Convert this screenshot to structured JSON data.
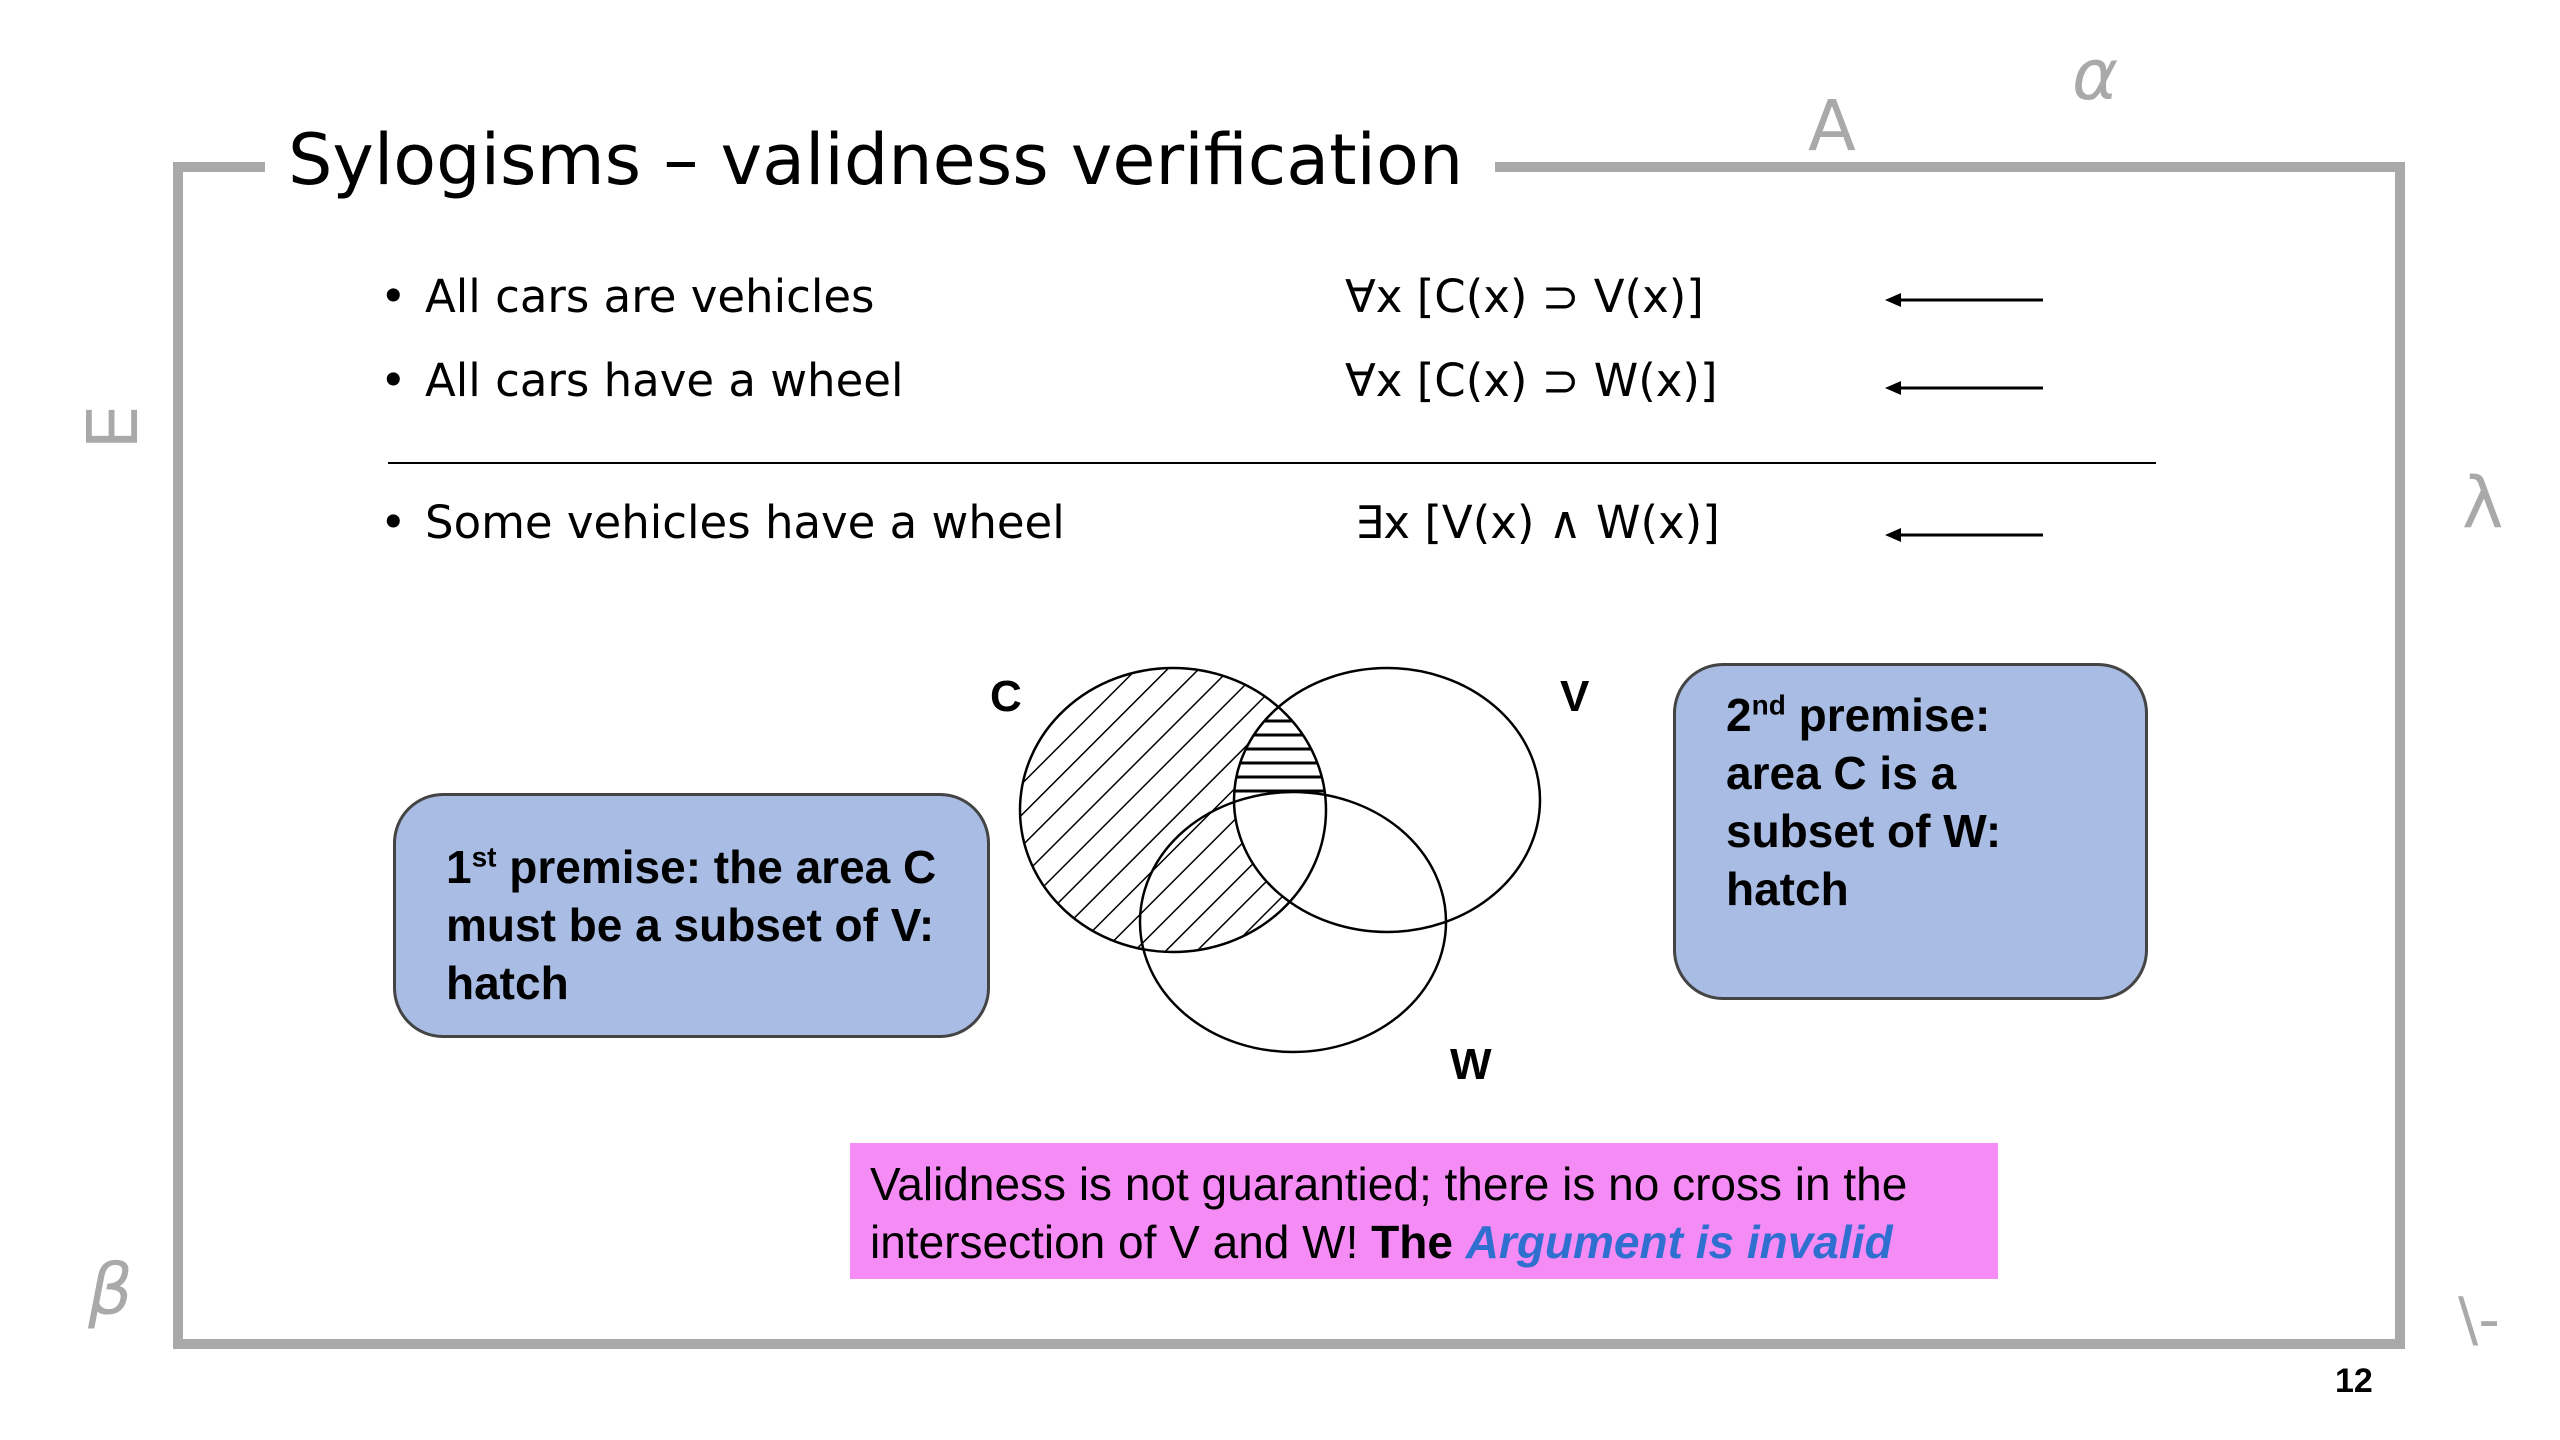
{
  "slide": {
    "title": "Sylogisms – validness verification",
    "page_number": "12"
  },
  "decorations": {
    "top_forall": "∀",
    "top_alpha": "α",
    "left_exists": "∃",
    "right_lambda": "λ",
    "left_beta": "β",
    "right_bottom": "\\-"
  },
  "premises": [
    {
      "bullet": "•",
      "text": "All cars are vehicles",
      "formula": "∀x [C(x) ⊃ V(x)]"
    },
    {
      "bullet": "•",
      "text": "All cars have a wheel",
      "formula": "∀x [C(x) ⊃ W(x)]"
    }
  ],
  "conclusion": {
    "bullet": "•",
    "text": "Some vehicles have a wheel",
    "formula": "∃x [V(x) ∧ W(x)]"
  },
  "venn": {
    "label_c": "C",
    "label_v": "V",
    "label_w": "W"
  },
  "box_first": {
    "ordinal": "1",
    "sup": "st",
    "line1_rest": " premise: the area C",
    "line2": "must be a subset of V:",
    "line3": "hatch"
  },
  "box_second": {
    "ordinal": "2",
    "sup": "nd",
    "line1_rest": " premise:",
    "line2": "area C is a",
    "line3": "subset of W:",
    "line4": "hatch"
  },
  "note": {
    "line1": "Validness is not guarantied; there is no cross in the",
    "line2_plain": "intersection of V and W! ",
    "line2_bold": "The ",
    "line2_emph": "Argument is invalid"
  }
}
